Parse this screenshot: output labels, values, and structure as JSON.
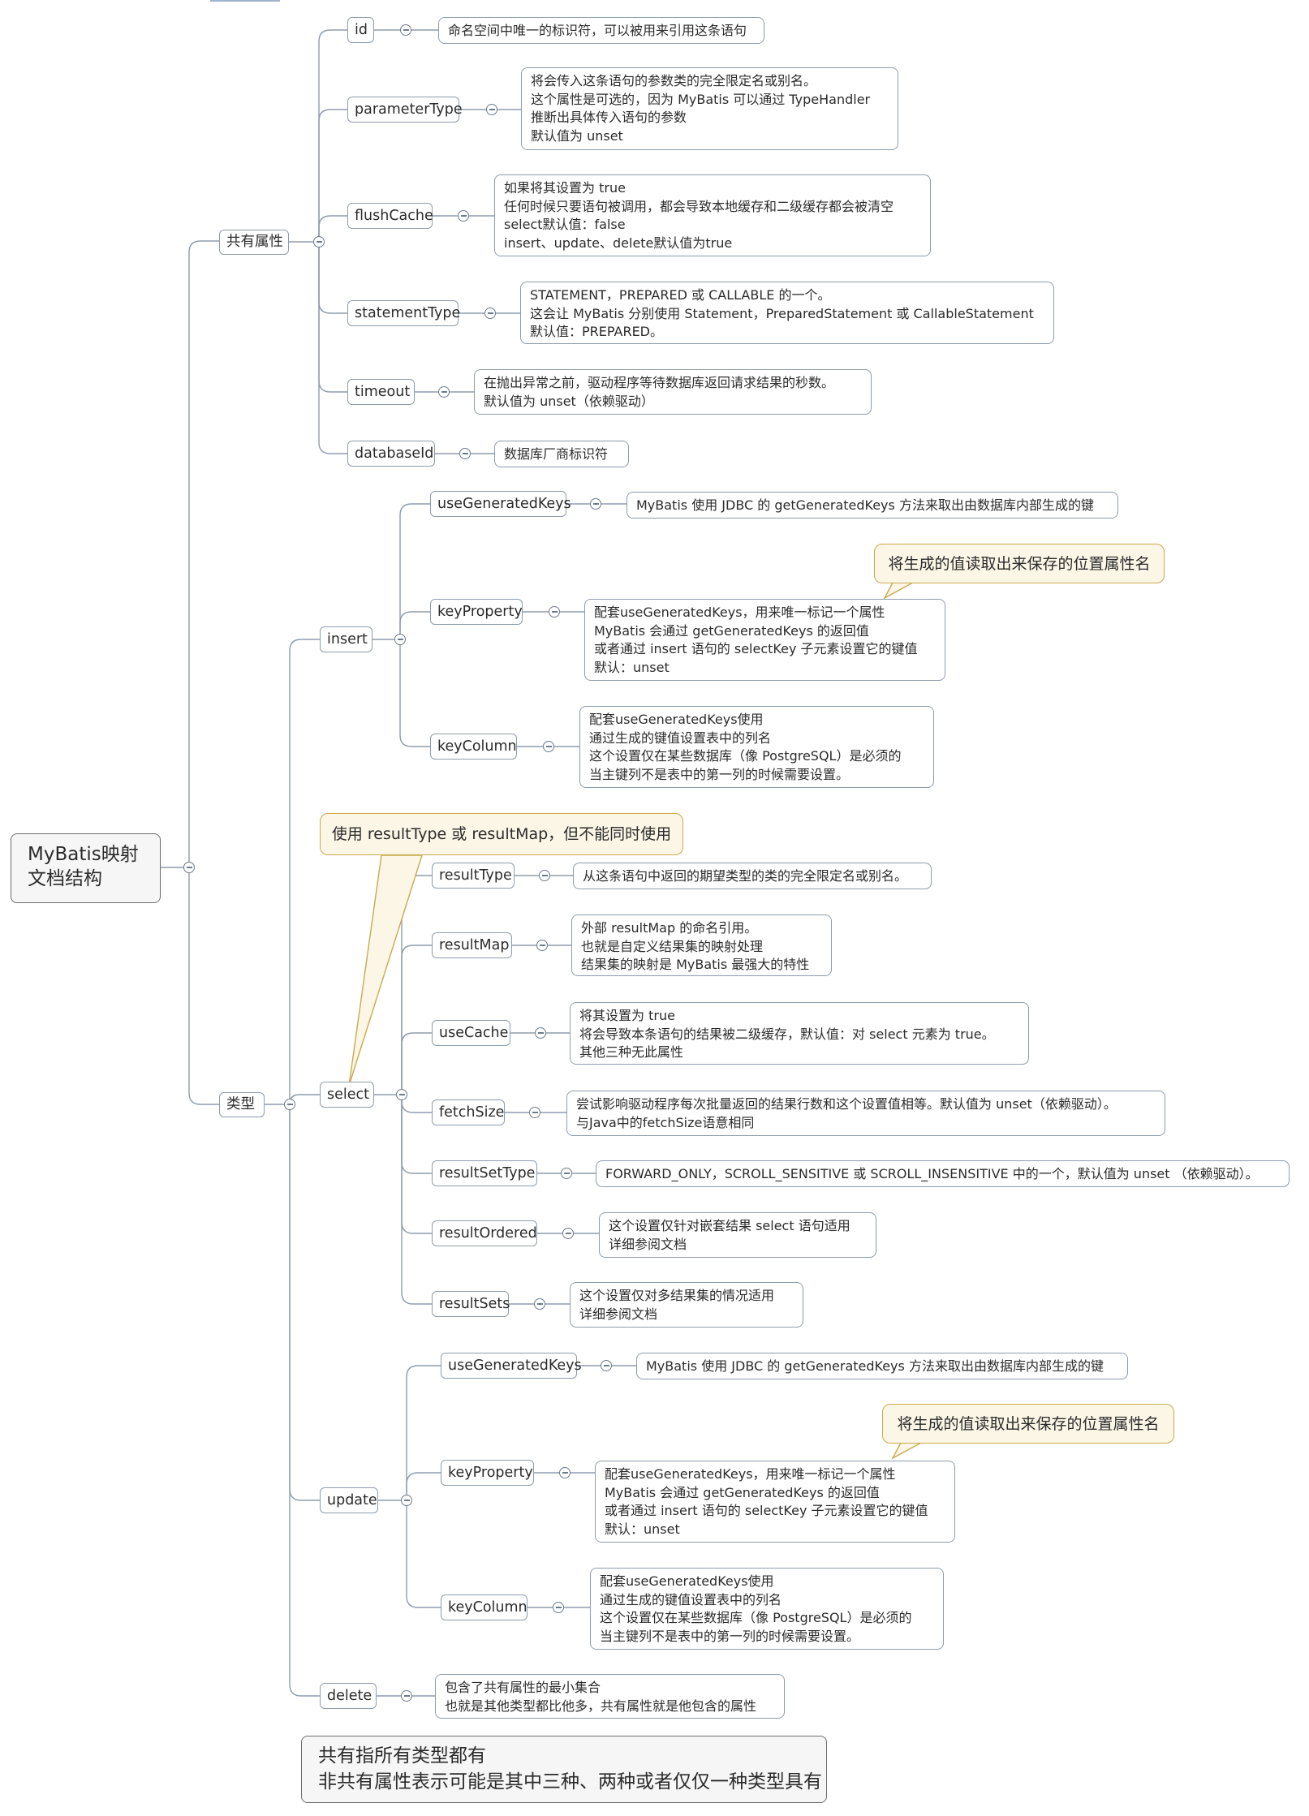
{
  "mindmap": {
    "root": {
      "lines": [
        "MyBatis映射",
        "文档结构"
      ]
    },
    "groups": [
      {
        "label": "共有属性",
        "attributes": [
          {
            "name": "id",
            "description": [
              "命名空间中唯一的标识符，可以被用来引用这条语句"
            ]
          },
          {
            "name": "parameterType",
            "description": [
              "将会传入这条语句的参数类的完全限定名或别名。",
              "这个属性是可选的，因为 MyBatis 可以通过 TypeHandler",
              "推断出具体传入语句的参数",
              "默认值为 unset"
            ]
          },
          {
            "name": "flushCache",
            "description": [
              "如果将其设置为 true",
              "任何时候只要语句被调用，都会导致本地缓存和二级缓存都会被清空",
              "select默认值：false",
              "insert、update、delete默认值为true"
            ]
          },
          {
            "name": "statementType",
            "description": [
              "STATEMENT，PREPARED 或 CALLABLE 的一个。",
              "这会让 MyBatis 分别使用 Statement，PreparedStatement 或 CallableStatement",
              "默认值：PREPARED。"
            ]
          },
          {
            "name": "timeout",
            "description": [
              "在抛出异常之前，驱动程序等待数据库返回请求结果的秒数。",
              "默认值为 unset（依赖驱动）"
            ]
          },
          {
            "name": "databaseId",
            "description": [
              "数据库厂商标识符"
            ]
          }
        ]
      },
      {
        "label": "类型",
        "types": [
          {
            "label": "insert",
            "attributes": [
              {
                "name": "useGeneratedKeys",
                "description": [
                  "MyBatis 使用 JDBC 的 getGeneratedKeys 方法来取出由数据库内部生成的键"
                ]
              },
              {
                "name": "keyProperty",
                "description": [
                  "配套useGeneratedKeys，用来唯一标记一个属性",
                  "MyBatis 会通过 getGeneratedKeys 的返回值",
                  "或者通过 insert 语句的 selectKey 子元素设置它的键值",
                  "默认：unset"
                ]
              },
              {
                "name": "keyColumn",
                "description": [
                  "配套useGeneratedKeys使用",
                  "通过生成的键值设置表中的列名",
                  "这个设置仅在某些数据库（像 PostgreSQL）是必须的",
                  "当主键列不是表中的第一列的时候需要设置。"
                ]
              }
            ],
            "callout": "将生成的值读取出来保存的位置属性名"
          },
          {
            "label": "select",
            "attributes": [
              {
                "name": "resultType",
                "description": [
                  "从这条语句中返回的期望类型的类的完全限定名或别名。"
                ]
              },
              {
                "name": "resultMap",
                "description": [
                  "外部 resultMap 的命名引用。",
                  "也就是自定义结果集的映射处理",
                  "结果集的映射是 MyBatis 最强大的特性"
                ]
              },
              {
                "name": "useCache",
                "description": [
                  "将其设置为 true",
                  "将会导致本条语句的结果被二级缓存，默认值：对 select 元素为 true。",
                  "其他三种无此属性"
                ]
              },
              {
                "name": "fetchSize",
                "description": [
                  "尝试影响驱动程序每次批量返回的结果行数和这个设置值相等。默认值为 unset（依赖驱动）。",
                  "与Java中的fetchSize语意相同"
                ]
              },
              {
                "name": "resultSetType",
                "description": [
                  "FORWARD_ONLY，SCROLL_SENSITIVE 或 SCROLL_INSENSITIVE 中的一个，默认值为 unset （依赖驱动）。"
                ]
              },
              {
                "name": "resultOrdered",
                "description": [
                  "这个设置仅针对嵌套结果 select 语句适用",
                  "详细参阅文档"
                ]
              },
              {
                "name": "resultSets",
                "description": [
                  "这个设置仅对多结果集的情况适用",
                  "详细参阅文档"
                ]
              }
            ],
            "callout": "使用 resultType 或 resultMap，但不能同时使用"
          },
          {
            "label": "update",
            "attributes": [
              {
                "name": "useGeneratedKeys",
                "description": [
                  "MyBatis 使用 JDBC 的 getGeneratedKeys 方法来取出由数据库内部生成的键"
                ]
              },
              {
                "name": "keyProperty",
                "description": [
                  "配套useGeneratedKeys，用来唯一标记一个属性",
                  "MyBatis 会通过 getGeneratedKeys 的返回值",
                  "或者通过 insert 语句的 selectKey 子元素设置它的键值",
                  "默认：unset"
                ]
              },
              {
                "name": "keyColumn",
                "description": [
                  "配套useGeneratedKeys使用",
                  "通过生成的键值设置表中的列名",
                  "这个设置仅在某些数据库（像 PostgreSQL）是必须的",
                  "当主键列不是表中的第一列的时候需要设置。"
                ]
              }
            ],
            "callout": "将生成的值读取出来保存的位置属性名"
          },
          {
            "label": "delete",
            "description": [
              "包含了共有属性的最小集合",
              "也就是其他类型都比他多，共有属性就是他包含的属性"
            ]
          }
        ]
      }
    ],
    "note": [
      "共有指所有类型都有",
      "非共有属性表示可能是其中三种、两种或者仅仅一种类型具有"
    ]
  },
  "colors": {
    "connector": "#8f9cab",
    "node_border": "#8f9cab",
    "callout_fill": "#fbf6e6",
    "callout_border": "#c9a94e",
    "root_fill": "#f6f6f6"
  }
}
